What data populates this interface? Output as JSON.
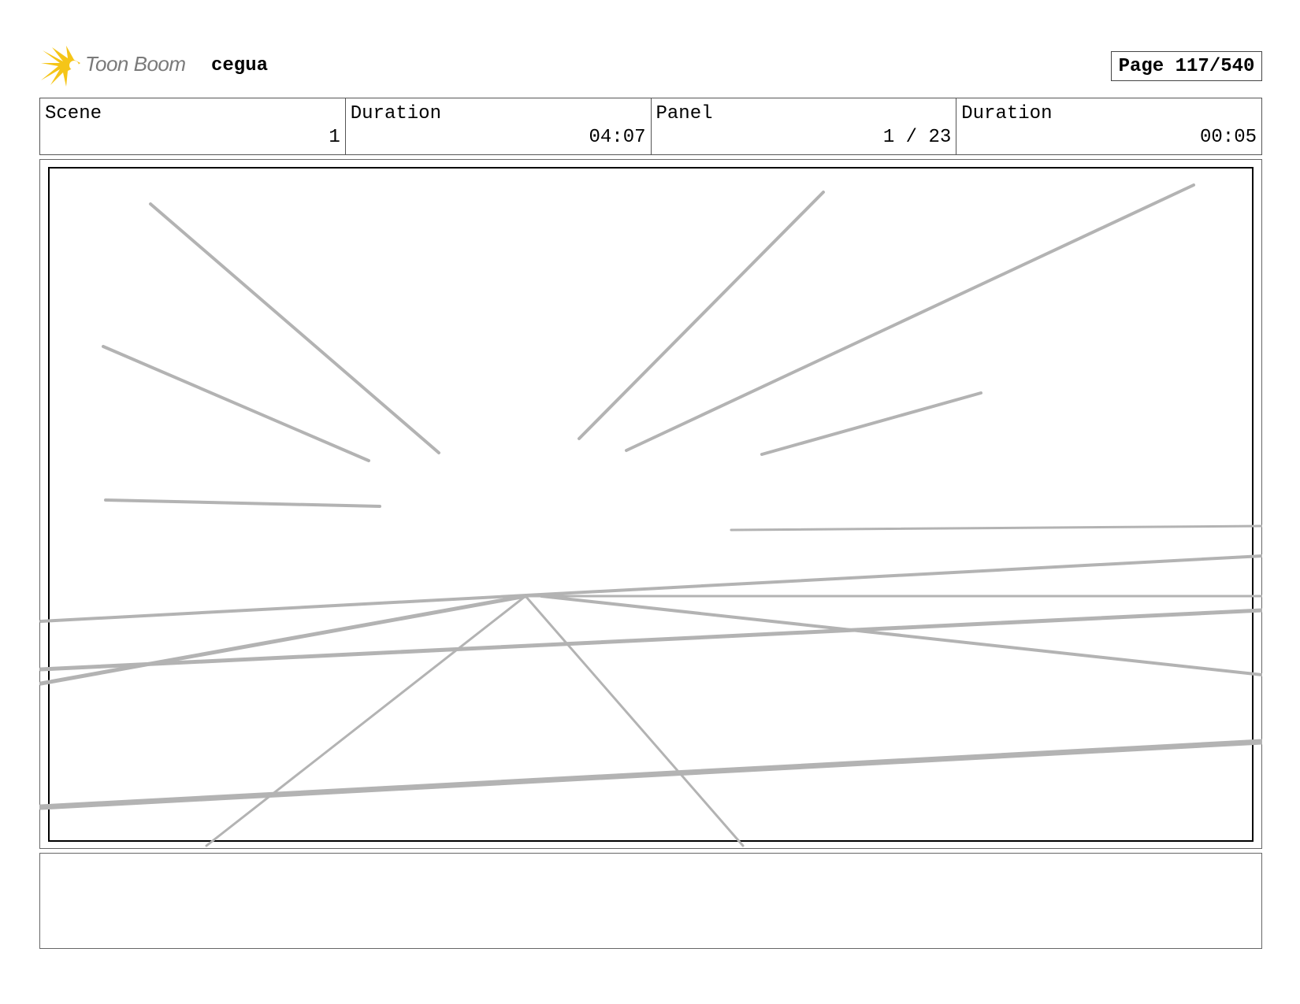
{
  "header": {
    "logo_text": "Toon Boom",
    "project_name": "cegua",
    "page_label": "Page 117/540"
  },
  "info": {
    "scene_label": "Scene",
    "scene_value": "1",
    "scene_duration_label": "Duration",
    "scene_duration_value": "04:07",
    "panel_label": "Panel",
    "panel_value": "1 / 23",
    "panel_duration_label": "Duration",
    "panel_duration_value": "00:05"
  },
  "colors": {
    "logo_accent": "#f5c518",
    "sketch_stroke": "#b3b3b3"
  }
}
